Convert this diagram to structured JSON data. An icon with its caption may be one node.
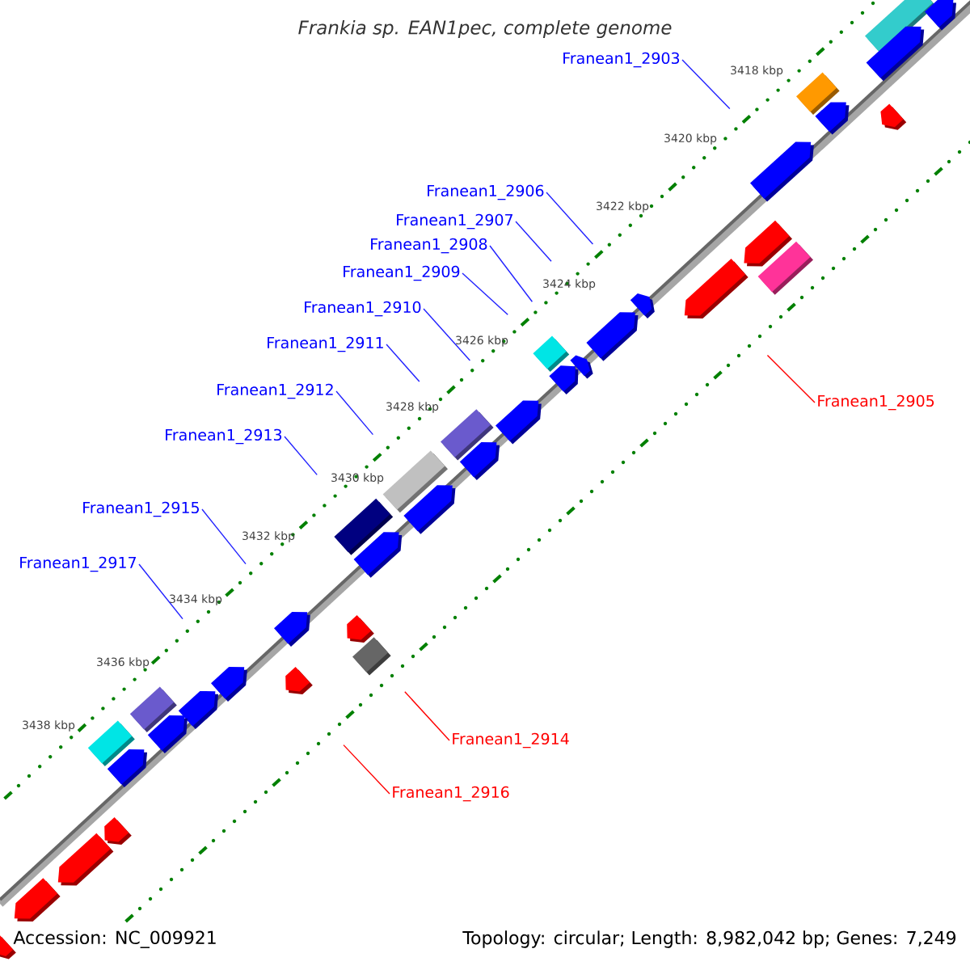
{
  "diagram": {
    "title": "Frankia sp. EAN1pec, complete genome",
    "nodes": [
      {
        "text": [
          "Franean1_2903"
        ]
      },
      {
        "text": [
          "Franean1_2906"
        ]
      },
      {
        "text": [
          "Franean1_2907"
        ]
      },
      {
        "text": [
          "Franean1_2908"
        ]
      },
      {
        "text": [
          "Franean1_2909"
        ]
      },
      {
        "text": [
          "Franean1_2910"
        ]
      },
      {
        "text": [
          "Franean1_2911"
        ]
      },
      {
        "text": [
          "Franean1_2912"
        ]
      },
      {
        "text": [
          "Franean1_2905"
        ]
      },
      {
        "text": [
          "Franean1_2913"
        ]
      },
      {
        "text": [
          "Franean1_2915"
        ]
      },
      {
        "text": [
          "Franean1_2917"
        ]
      },
      {
        "text": [
          "Franean1_2914"
        ]
      },
      {
        "text": [
          "Franean1_2916"
        ]
      }
    ],
    "edges": [
      {
        "from": 0,
        "to": null,
        "arrow": "none"
      },
      {
        "from": 1,
        "to": null,
        "arrow": "none"
      },
      {
        "from": 2,
        "to": null,
        "arrow": "none"
      },
      {
        "from": 3,
        "to": null,
        "arrow": "none"
      },
      {
        "from": 4,
        "to": null,
        "arrow": "none"
      },
      {
        "from": 5,
        "to": null,
        "arrow": "none"
      },
      {
        "from": 6,
        "to": null,
        "arrow": "none"
      },
      {
        "from": 7,
        "to": null,
        "arrow": "none"
      },
      {
        "from": 8,
        "to": null,
        "arrow": "none",
        "color": "#ff0000"
      },
      {
        "from": 9,
        "to": null,
        "arrow": "none"
      },
      {
        "from": 10,
        "to": null,
        "arrow": "none"
      },
      {
        "from": 11,
        "to": null,
        "arrow": "none"
      },
      {
        "from": 12,
        "to": null,
        "arrow": "none",
        "color": "#ff0000"
      },
      {
        "from": 13,
        "to": null,
        "arrow": "none",
        "color": "#ff0000"
      }
    ],
    "labels": [
      "3418 kbp",
      "3420 kbp",
      "3422 kbp",
      "3424 kbp",
      "3426 kbp",
      "3428 kbp",
      "3430 kbp",
      "3432 kbp",
      "3434 kbp",
      "3436 kbp",
      "3438 kbp",
      "Accession: NC_009921",
      "Topology: circular; Length: 8,982,042 bp; Genes: 7,249"
    ]
  }
}
